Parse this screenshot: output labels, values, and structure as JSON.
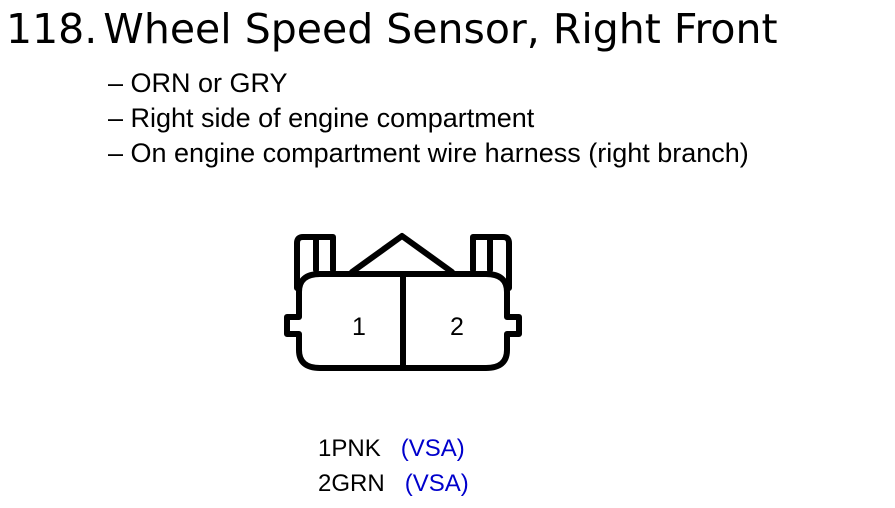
{
  "page": {
    "number": "118.",
    "title": "Wheel Speed Sensor, Right Front"
  },
  "details": [
    "– ORN or GRY",
    "– Right side of engine compartment",
    "– On engine compartment wire harness (right branch)"
  ],
  "connector": {
    "pins": [
      "1",
      "2"
    ]
  },
  "wires": [
    {
      "pin": "1",
      "color": "PNK",
      "circuit": "(VSA)"
    },
    {
      "pin": "2",
      "color": "GRN",
      "circuit": "(VSA)"
    }
  ],
  "colors": {
    "circuit_text": "#0000cc"
  }
}
